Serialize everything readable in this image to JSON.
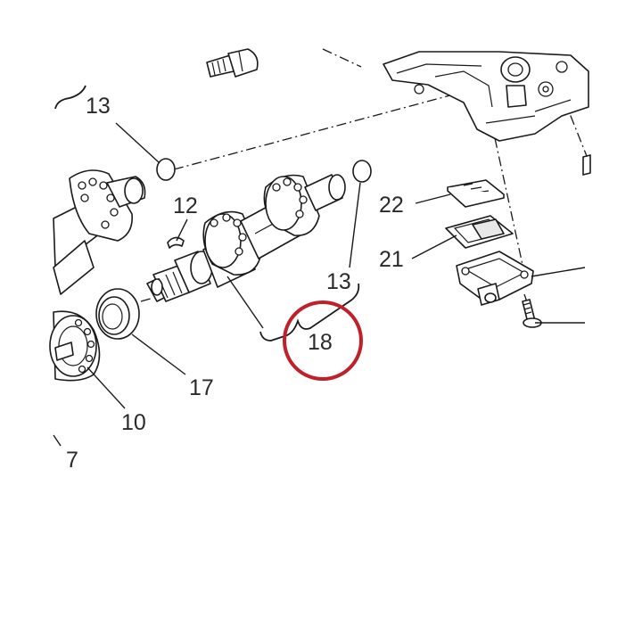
{
  "labels": {
    "l13a": "13",
    "l12": "12",
    "l13b": "13",
    "l18": "18",
    "l22": "22",
    "l21": "21",
    "l17": "17",
    "l10": "10",
    "l7": "7"
  },
  "colors": {
    "highlight": "#c0202a",
    "ink": "#1a1a1a"
  }
}
